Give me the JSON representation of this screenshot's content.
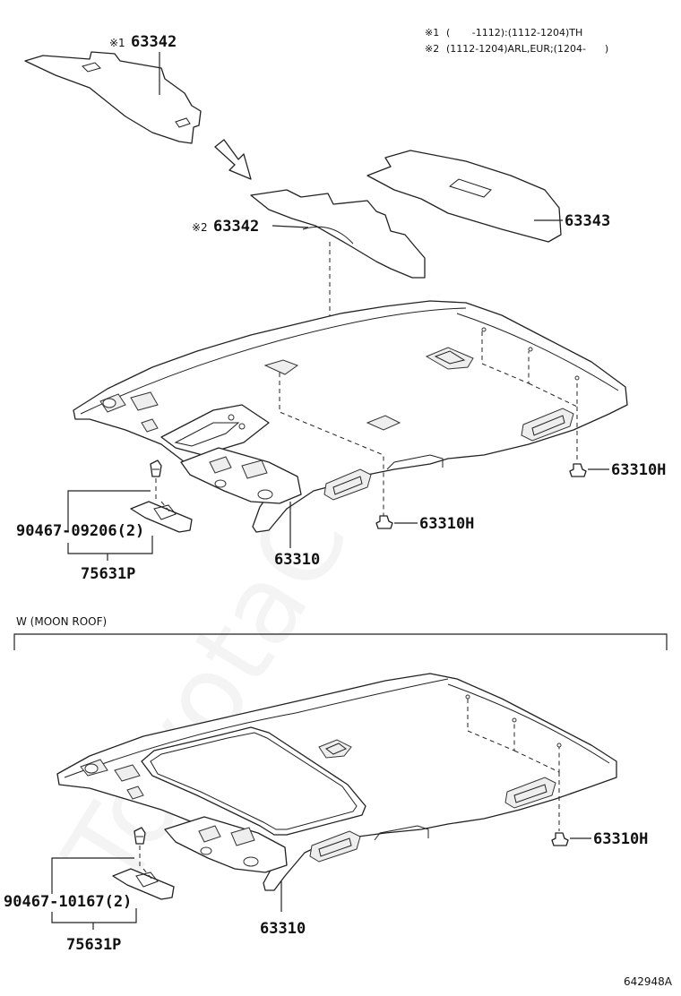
{
  "notes": {
    "n1_mark": "※1",
    "n1_text": "(       -1112):(1112-1204)TH",
    "n2_mark": "※2",
    "n2_text": "(1112-1204)ARL,EUR;(1204-      )"
  },
  "top_section": {
    "labels": {
      "pad1_mark": "※1",
      "pad1": "63342",
      "pad2_mark": "※2",
      "pad2": "63342",
      "pad_rear": "63343",
      "clip_right": "63310H",
      "clip_mid": "63310H",
      "headliner": "63310",
      "screw": "90467-09206(2)",
      "holder": "75631P"
    }
  },
  "moon_roof_section": {
    "variant_label": "W (MOON ROOF)",
    "labels": {
      "clip_right": "63310H",
      "headliner": "63310",
      "screw": "90467-10167(2)",
      "holder": "75631P"
    }
  },
  "watermark": "ToyotaC",
  "figure_code": "642948A"
}
